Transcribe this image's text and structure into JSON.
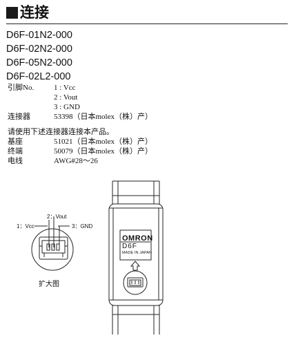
{
  "section": {
    "title": "连接"
  },
  "models": [
    "D6F-01N2-000",
    "D6F-02N2-000",
    "D6F-05N2-000",
    "D6F-02L2-000"
  ],
  "pins": {
    "label": "引脚No.",
    "items": [
      "1 : Vcc",
      "2 : Vout",
      "3 : GND"
    ]
  },
  "connector": {
    "label": "连接器",
    "value": "53398（日本molex（株）产）"
  },
  "recommend": {
    "note": "请使用下述连接器连接本产品。",
    "items": [
      {
        "label": "基座",
        "value": "51021（日本molex（株）产）"
      },
      {
        "label": "终端",
        "value": "50079（日本molex（株）产）"
      },
      {
        "label": "电线",
        "value": "AWG#28～26"
      }
    ]
  },
  "figure": {
    "pin_labels": {
      "vcc": "1：Vcc",
      "vout": "2：Vout",
      "gnd": "3：GND"
    },
    "device": {
      "brand": "OMRON",
      "model": "D6F",
      "origin": "MADE IN JAPAN"
    },
    "caption": "扩大图"
  }
}
